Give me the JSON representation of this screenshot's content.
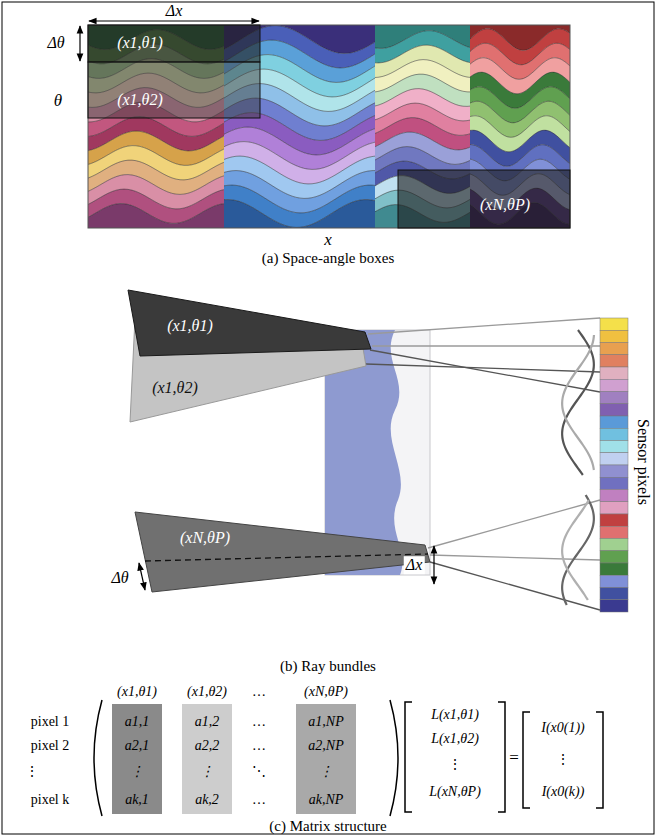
{
  "diagram": {
    "nodes": [
      {
        "text": [
          "(x1,θ1)"
        ]
      },
      {
        "text": [
          "(x1,θ2)"
        ]
      },
      {
        "text": [
          "(xN,θP)"
        ]
      },
      {
        "text": [
          "(x1,θ1)"
        ]
      },
      {
        "text": [
          "(x1,θ2)"
        ]
      },
      {
        "text": [
          "(xN,θP)"
        ]
      },
      {
        "text": [
          "a1,1",
          "a2,1",
          "⋮",
          "ak,1"
        ]
      },
      {
        "text": [
          "a1,2",
          "a2,2",
          "⋮",
          "ak,2"
        ]
      },
      {
        "text": [
          "a1,NP",
          "a2,NP",
          "⋮",
          "ak,NP"
        ]
      }
    ],
    "labels": [
      "Δx",
      "Δθ",
      "θ",
      "x",
      "(a) Space-angle boxes",
      "Δθ",
      "Δx",
      "Sensor pixels",
      "(b) Ray bundles",
      "(x1,θ1)",
      "(x1,θ2)",
      "…",
      "(xN,θP)",
      "pixel 1",
      "pixel 2",
      "⋮",
      "pixel k",
      "…",
      "…",
      "⋱",
      "…",
      "L(x1,θ1)",
      "L(x1,θ2)",
      "⋮",
      "L(xN,θP)",
      "=",
      "I(x0(1))",
      "⋮",
      "I(x0(k))",
      "(c) Matrix structure"
    ]
  }
}
